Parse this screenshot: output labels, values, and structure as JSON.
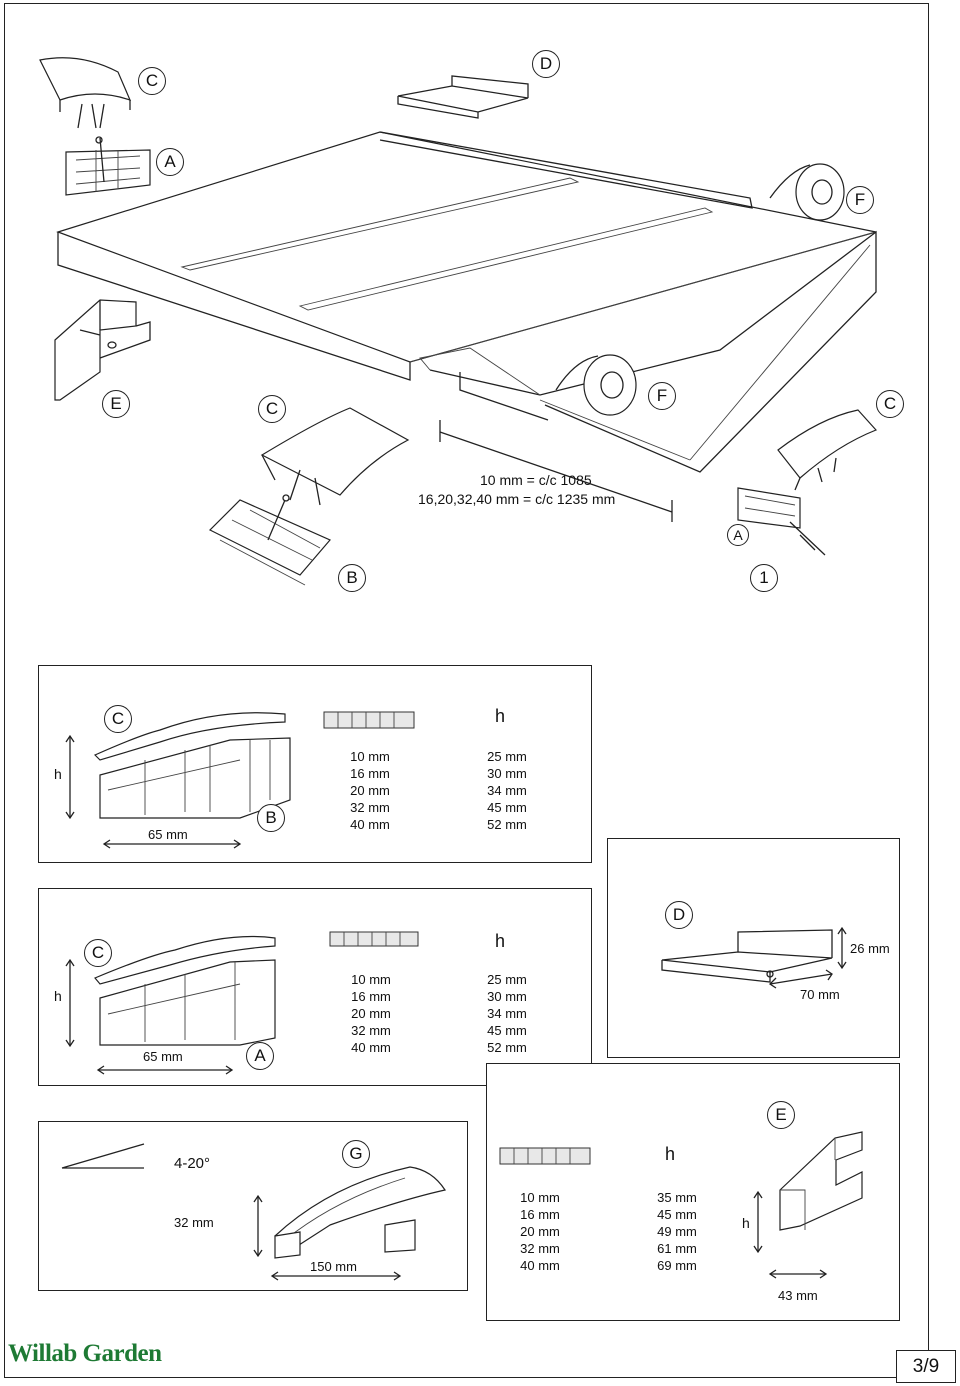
{
  "overview": {
    "labels": {
      "c_top": "C",
      "d_top": "D",
      "a_top": "A",
      "f_top": "F",
      "e_mid": "E",
      "c_mid": "C",
      "f_mid": "F",
      "c_right": "C",
      "b_bottom": "B",
      "a_bottom": "A",
      "one_bottom": "1"
    },
    "spacing_line1": "10 mm = c/c 1085",
    "spacing_line2": "16,20,32,40 mm = c/c 1235 mm"
  },
  "box_b": {
    "label_c": "C",
    "label_b": "B",
    "h_side": "h",
    "h_col": "h",
    "width": "65 mm",
    "thickness": [
      "10 mm",
      "16 mm",
      "20 mm",
      "32 mm",
      "40 mm"
    ],
    "heights": [
      "25 mm",
      "30 mm",
      "34 mm",
      "45 mm",
      "52 mm"
    ]
  },
  "box_a": {
    "label_c": "C",
    "label_a": "A",
    "h_side": "h",
    "h_col": "h",
    "width": "65 mm",
    "thickness": [
      "10 mm",
      "16 mm",
      "20 mm",
      "32 mm",
      "40 mm"
    ],
    "heights": [
      "25 mm",
      "30 mm",
      "34 mm",
      "45 mm",
      "52 mm"
    ]
  },
  "box_d": {
    "label_d": "D",
    "height": "26 mm",
    "width": "70 mm"
  },
  "box_g": {
    "angle": "4-20°",
    "label_g": "G",
    "height": "32 mm",
    "width": "150 mm"
  },
  "box_e": {
    "label_e": "E",
    "h_col": "h",
    "h_side": "h",
    "width": "43 mm",
    "thickness": [
      "10 mm",
      "16 mm",
      "20 mm",
      "32 mm",
      "40 mm"
    ],
    "heights": [
      "35 mm",
      "45 mm",
      "49 mm",
      "61 mm",
      "69 mm"
    ]
  },
  "footer": {
    "brand": "Willab Garden",
    "page": "3/9"
  },
  "colors": {
    "brand_green": "#1e7a34",
    "line": "#222222"
  }
}
